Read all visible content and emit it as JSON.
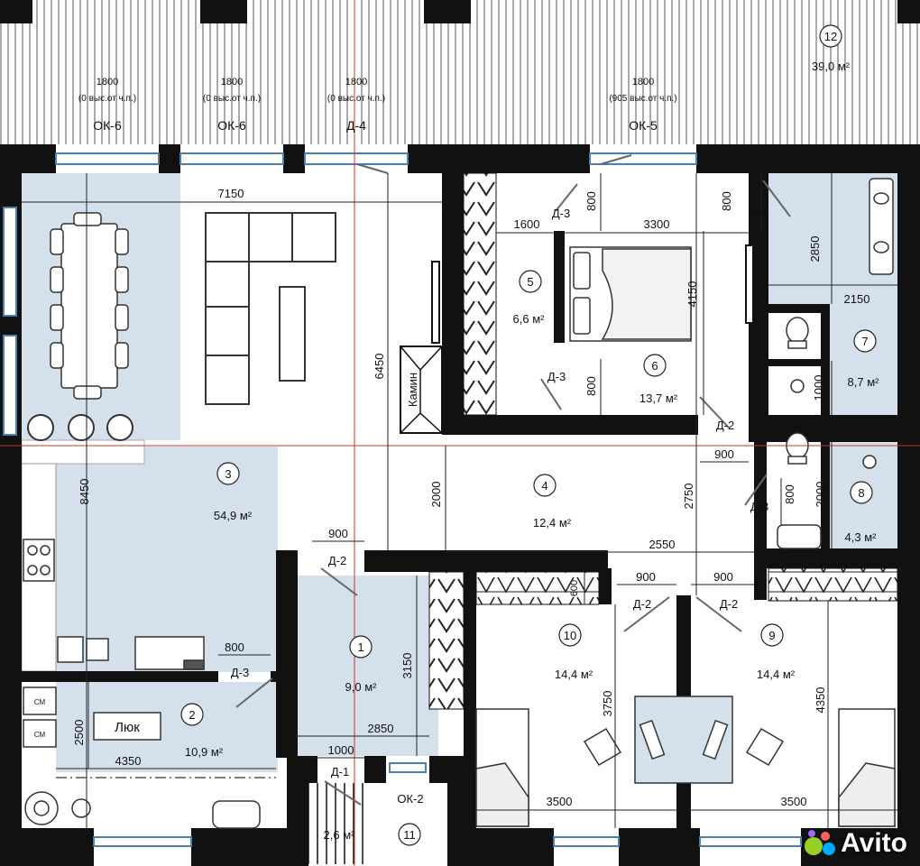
{
  "rooms": [
    {
      "num": "1",
      "area": "9,0 м²"
    },
    {
      "num": "2",
      "area": "10,9 м²"
    },
    {
      "num": "3",
      "area": "54,9 м²"
    },
    {
      "num": "4",
      "area": "12,4 м²"
    },
    {
      "num": "5",
      "area": "6,6 м²"
    },
    {
      "num": "6",
      "area": "13,7 м²"
    },
    {
      "num": "7",
      "area": "8,7 м²"
    },
    {
      "num": "8",
      "area": "4,3 м²"
    },
    {
      "num": "9",
      "area": "14,4 м²"
    },
    {
      "num": "10",
      "area": "14,4 м²"
    },
    {
      "num": "11",
      "area": "2,6 м²"
    },
    {
      "num": "12",
      "area": "39,0 м²"
    }
  ],
  "openings": [
    {
      "width": "1800",
      "note": "(0 выс.от ч.п.)",
      "tag": "ОК-6"
    },
    {
      "width": "1800",
      "note": "(0 выс.от ч.п.)",
      "tag": "ОК-6"
    },
    {
      "width": "1800",
      "note": "(0 выс.от ч.п.)",
      "tag": "Д-4"
    },
    {
      "width": "1800",
      "note": "(905 выс.от ч.п.)",
      "tag": "ОК-5"
    }
  ],
  "doors": {
    "d1": "Д-1",
    "d2": "Д-2",
    "d3": "Д-3",
    "ok2": "ОК-2"
  },
  "dims": {
    "d7150": "7150",
    "d1600": "1600",
    "d3300": "3300",
    "d800": "800",
    "d2850": "2850",
    "d2150": "2150",
    "d4150": "4150",
    "d6450": "6450",
    "d1000": "1000",
    "d8450": "8450",
    "d2000": "2000",
    "d2750": "2750",
    "d900": "900",
    "d2550": "2550",
    "d600": "600",
    "d3150": "3150",
    "d3750": "3750",
    "d4350": "4350",
    "d2500": "2500",
    "d3500": "3500"
  },
  "labels": {
    "fireplace": "Камин",
    "hatch": "Люк",
    "appliance": "СМ"
  },
  "watermark": "Avito"
}
